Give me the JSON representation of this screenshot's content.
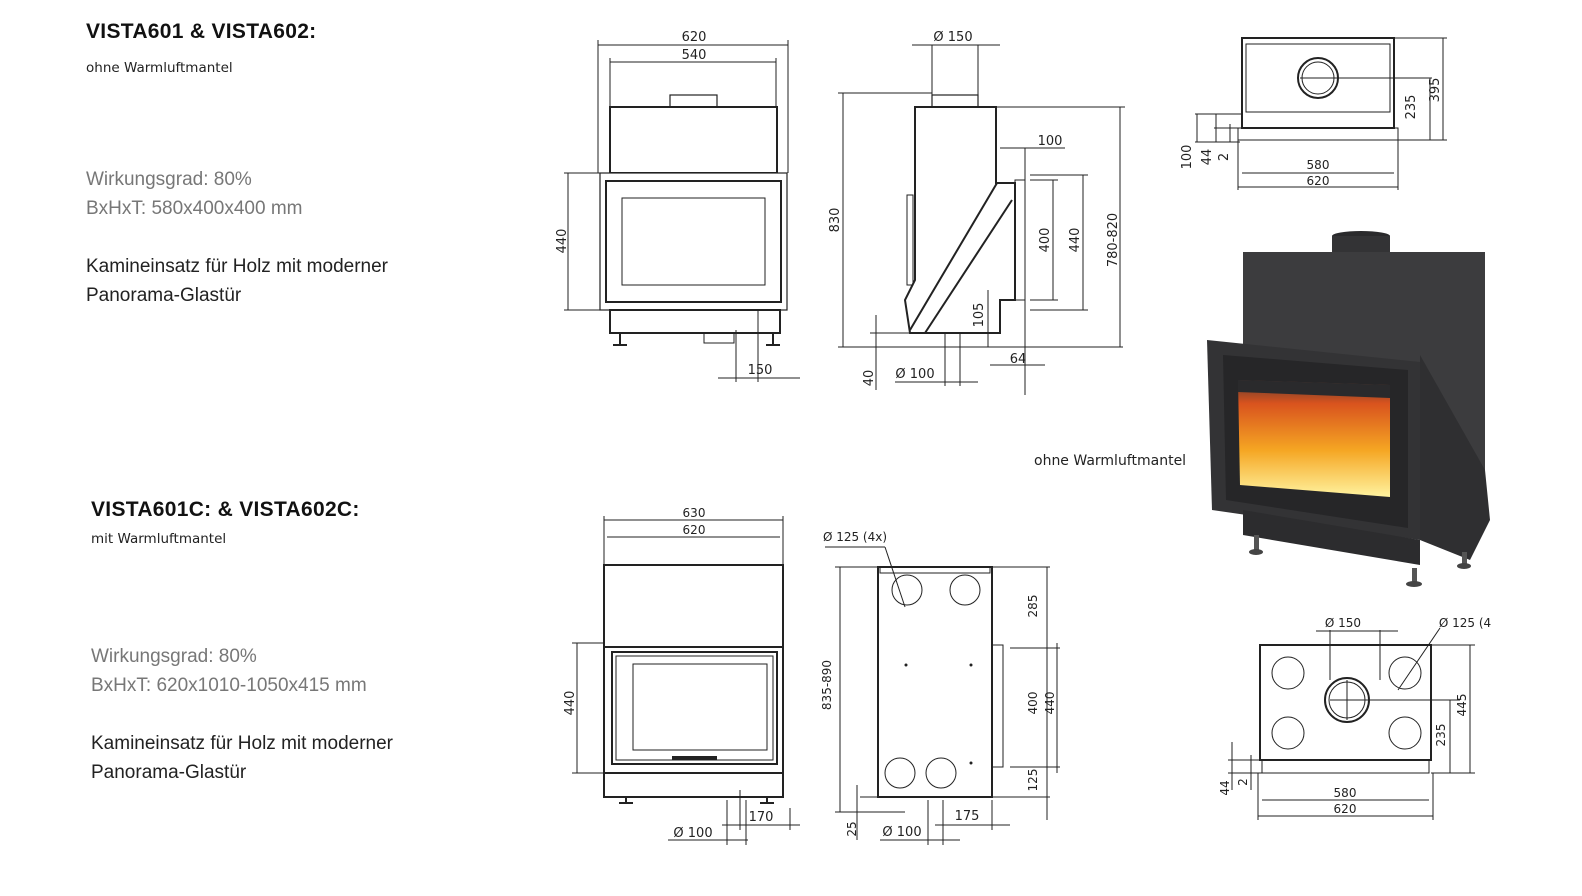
{
  "section1": {
    "title": "VISTA601 & VISTA602:",
    "subtitle": "ohne Warmluftmantel",
    "efficiency": "Wirkungsgrad: 80%",
    "dimensions": "BxHxT: 580x400x400 mm",
    "description_line1": "Kamineinsatz für Holz mit moderner",
    "description_line2": "Panorama-Glastür"
  },
  "section2": {
    "title": "VISTA601C: & VISTA602C:",
    "subtitle": "mit Warmluftmantel",
    "efficiency": "Wirkungsgrad: 80%",
    "dimensions": "BxHxT: 620x1010-1050x415 mm",
    "description_line1": "Kamineinsatz für Holz mit moderner",
    "description_line2": "Panorama-Glastür"
  },
  "photo_caption": "ohne Warmluftmantel",
  "drawing1_front": {
    "w_outer": "620",
    "w_inner": "540",
    "h_door": "440",
    "offset": "150"
  },
  "drawing1_side": {
    "flue": "Ø 150",
    "h_total": "830",
    "depth_door": "100",
    "h_glass": "400",
    "h_door": "440",
    "h_range": "780-820",
    "h_low": "105",
    "h_feet": "40",
    "pipe": "Ø 100",
    "offset": "64"
  },
  "drawing1_top": {
    "d_total": "395",
    "d_flue": "235",
    "d_100": "100",
    "d_44": "44",
    "d_2": "2",
    "w_inner": "580",
    "w_outer": "620"
  },
  "drawing2_front": {
    "w_outer": "630",
    "w_inner": "620",
    "h_door": "440",
    "pipe": "Ø 100",
    "offset": "170"
  },
  "drawing2_side": {
    "ducts": "Ø 125 (4x)",
    "h_range": "835-890",
    "h_top": "285",
    "h_glass": "400",
    "h_door": "440",
    "h_bottom": "125",
    "h_feet": "25",
    "pipe": "Ø 100",
    "offset": "175"
  },
  "drawing2_top": {
    "flue": "Ø 150",
    "ducts": "Ø 125 (4",
    "d_total": "445",
    "d_flue": "235",
    "d_44": "44",
    "d_2": "2",
    "w_inner": "580",
    "w_outer": "620"
  },
  "colors": {
    "flame": "#f5a623",
    "body": "#3a3a3c"
  }
}
